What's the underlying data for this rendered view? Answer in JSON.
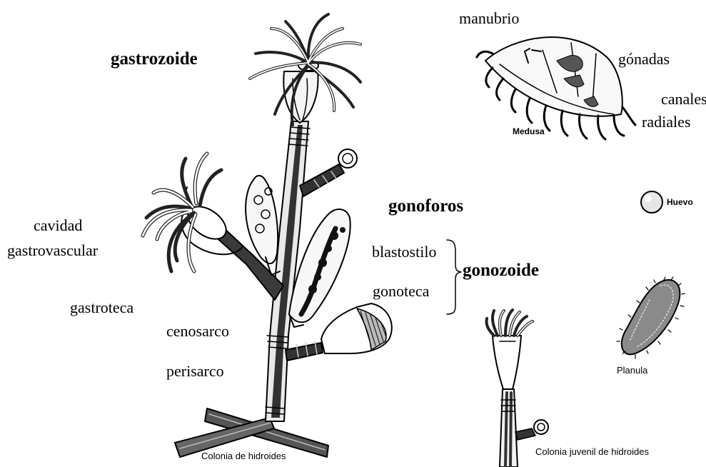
{
  "labels": {
    "gastrozoide": "gastrozoide",
    "manubrio": "manubrio",
    "gonadas": "gónadas",
    "canales": "canales",
    "radiales": "radiales",
    "gonoforos": "gonoforos",
    "cavidad": "cavidad",
    "gastrovascular": "gastrovascular",
    "blastostilo": "blastostilo",
    "gonozoide": "gonozoide",
    "gonoteca": "gonoteca",
    "gastroteca": "gastroteca",
    "cenosarco": "cenosarco",
    "perisarco": "perisarco"
  },
  "captions": {
    "medusa": "Medusa",
    "huevo": "Huevo",
    "planula": "Planula",
    "colonia": "Colonia de hidroides",
    "colonia_juvenil": "Colonia juvenil de hidroides"
  }
}
